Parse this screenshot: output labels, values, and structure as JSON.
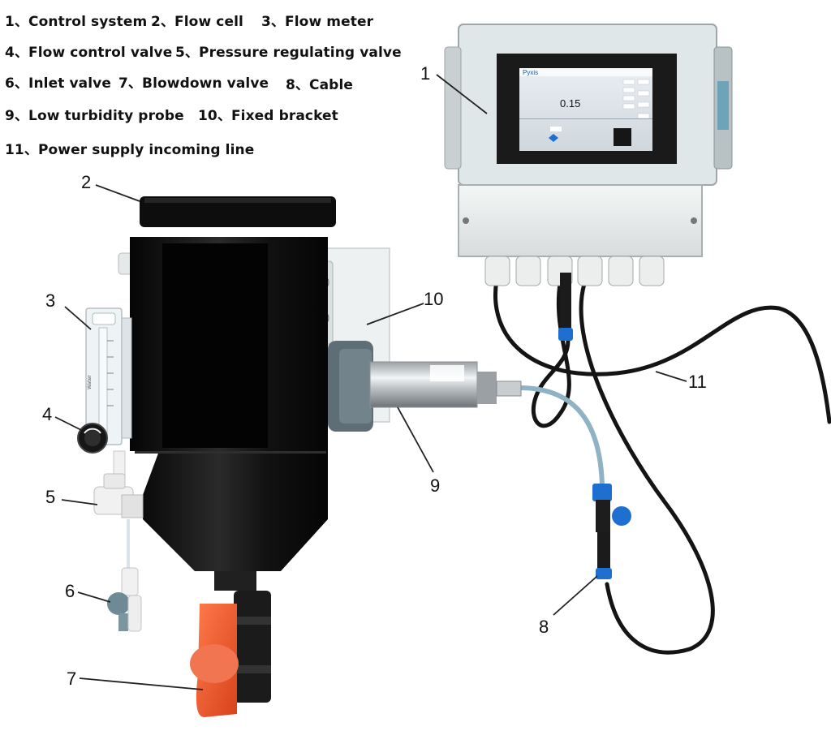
{
  "legend": [
    {
      "text": "1、Control system"
    },
    {
      "text": "2、Flow cell"
    },
    {
      "text": "3、Flow meter"
    },
    {
      "text": "4、Flow control valve"
    },
    {
      "text": "5、Pressure regulating valve"
    },
    {
      "text": "6、Inlet valve"
    },
    {
      "text": "7、Blowdown valve"
    },
    {
      "text": "8、Cable"
    },
    {
      "text": "9、Low turbidity probe"
    },
    {
      "text": "10、Fixed bracket"
    },
    {
      "text": "11、Power supply incoming line"
    }
  ],
  "callouts": [
    "1",
    "2",
    "3",
    "4",
    "5",
    "6",
    "7",
    "8",
    "9",
    "10",
    "11"
  ],
  "screen": {
    "brand": "Pyxis",
    "reading": "0.15"
  },
  "flowmeter": {
    "label": "Water"
  },
  "colors": {
    "cell_body": "#111111",
    "valve_handle": "#e8552a",
    "enclosure": "#e8ecec",
    "connector": "#1f6fd1",
    "cable": "#141414"
  }
}
